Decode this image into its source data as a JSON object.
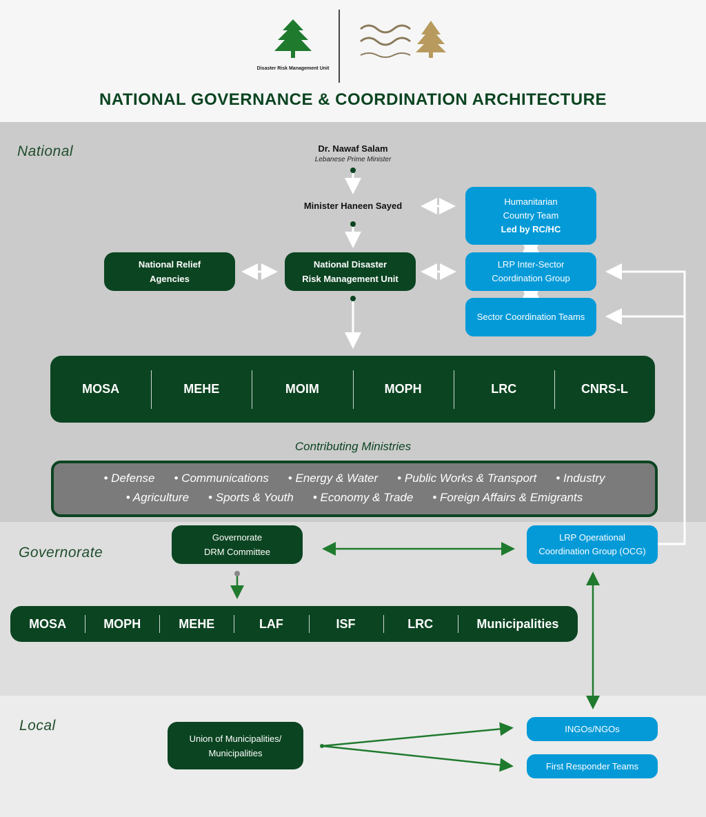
{
  "header": {
    "drm_logo_text": "Disaster Risk Management Unit",
    "title": "NATIONAL GOVERNANCE & COORDINATION ARCHITECTURE"
  },
  "levels": {
    "national": "National",
    "governorate": "Governorate",
    "local": "Local"
  },
  "national": {
    "pm_name": "Dr. Nawaf Salam",
    "pm_role": "Lebanese Prime Minister",
    "minister_name": "Minister Haneen Sayed",
    "relief_agencies": [
      "National Relief",
      "Agencies"
    ],
    "drmu": [
      "National Disaster",
      "Risk Management Unit"
    ],
    "hct": [
      "Humanitarian",
      "Country Team",
      "Led by RC/HC"
    ],
    "lrp_isc": [
      "LRP Inter-Sector",
      "Coordination Group"
    ],
    "sector_teams": "Sector Coordination Teams",
    "ministries": [
      "MOSA",
      "MEHE",
      "MOIM",
      "MOPH",
      "LRC",
      "CNRS-L"
    ],
    "contributing_label": "Contributing Ministries",
    "contributing_row1": [
      "Defense",
      "Communications",
      "Energy & Water",
      "Public Works & Transport",
      "Industry"
    ],
    "contributing_row2": [
      "Agriculture",
      "Sports & Youth",
      "Economy & Trade",
      "Foreign Affairs & Emigrants"
    ]
  },
  "governorate": {
    "drm_committee": [
      "Governorate",
      "DRM Committee"
    ],
    "ocg": [
      "LRP Operational",
      "Coordination Group (OCG)"
    ],
    "entities": [
      "MOSA",
      "MOPH",
      "MEHE",
      "LAF",
      "ISF",
      "LRC",
      "Municipalities"
    ]
  },
  "local": {
    "municipalities": [
      "Union of Municipalities/",
      "Municipalities"
    ],
    "ingos": "INGOs/NGOs",
    "first_responders": "First Responder Teams"
  },
  "colors": {
    "dark_green": "#0b4421",
    "blue": "#049ad8",
    "gray_band": "#cbcbcb"
  }
}
